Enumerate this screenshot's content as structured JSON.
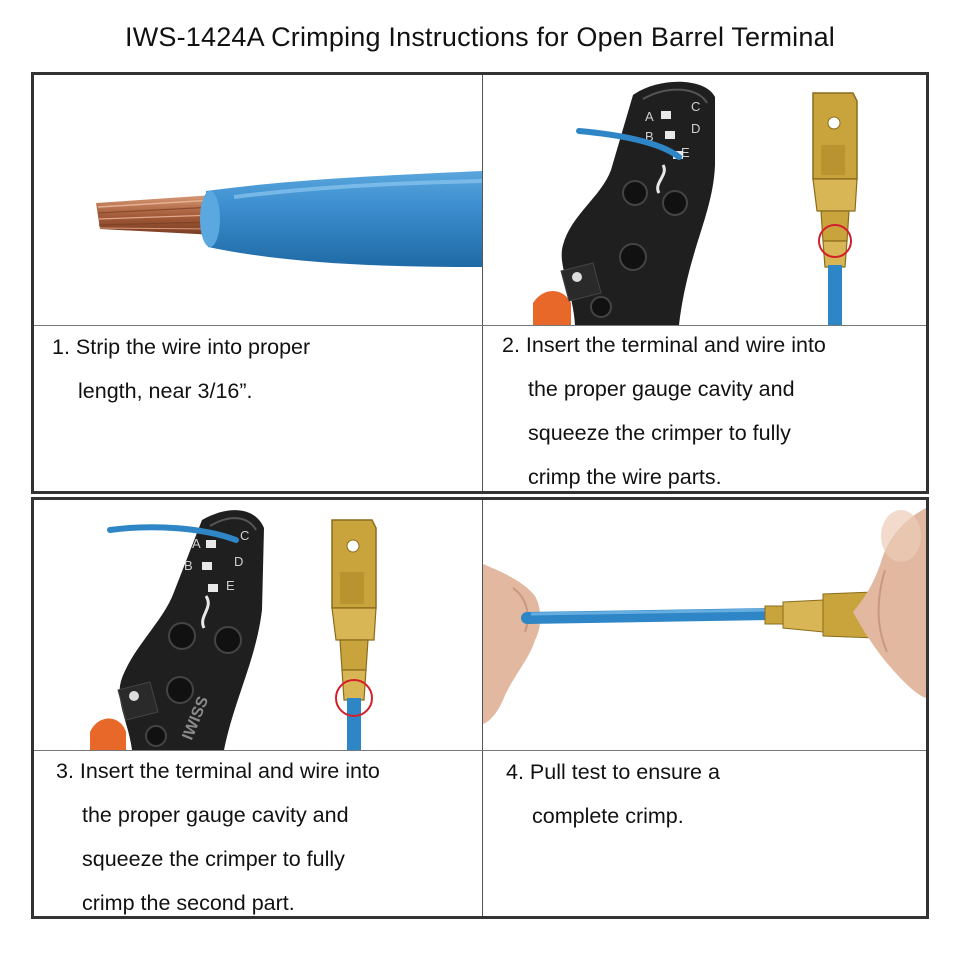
{
  "title": "IWS-1424A Crimping Instructions for Open Barrel Terminal",
  "tool": {
    "cavity_labels": [
      "A",
      "B",
      "C",
      "D",
      "E"
    ],
    "brand": "IWISS"
  },
  "steps": [
    {
      "number": "1.",
      "lines": [
        "Strip the wire into proper",
        "length, near 3/16”."
      ]
    },
    {
      "number": "2.",
      "lines": [
        "Insert the terminal and wire into",
        "the proper gauge cavity and",
        "squeeze the crimper to fully",
        "crimp the wire parts."
      ]
    },
    {
      "number": "3.",
      "lines": [
        "Insert the terminal and wire into",
        "the proper gauge cavity and",
        "squeeze the crimper to fully",
        "crimp the second part."
      ]
    },
    {
      "number": "4.",
      "lines": [
        "Pull test to ensure a",
        "complete crimp."
      ]
    }
  ],
  "colors": {
    "wire_insulation": "#2f86c6",
    "copper": "#b06a45",
    "brass": "#c9a43c",
    "tool_body": "#1f1f1f",
    "tool_handle": "#e8682a",
    "marker_circle": "#d21f2a",
    "skin": "#e2b9a0"
  }
}
